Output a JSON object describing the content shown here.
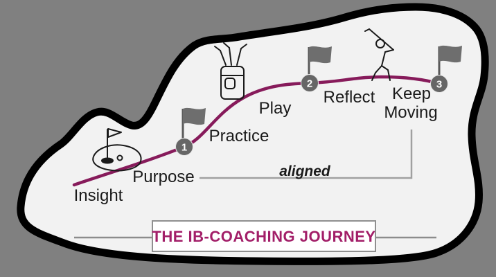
{
  "background_color": "#808080",
  "canvas": {
    "shape": "organic-island-blob",
    "fill": "#f2f2f2",
    "outline_color": "#000000"
  },
  "journey": {
    "path_color": "#871b5b",
    "marker_color": "#666666",
    "flag_color": "#6e6e6e",
    "pole_color": "#595959",
    "stages": {
      "insight": "Insight",
      "purpose": "Purpose",
      "practice": "Practice",
      "play": "Play",
      "reflect": "Reflect",
      "keep": "Keep",
      "moving": "Moving"
    },
    "markers": {
      "one": "1",
      "two": "2",
      "three": "3"
    }
  },
  "annotation": {
    "text": "aligned",
    "bracket_color": "#a0a0a0"
  },
  "title": {
    "text": "THE IB-COACHING JOURNEY",
    "text_color": "#a21e68",
    "box_fill": "#ffffff",
    "box_border_color": "#8f8f8f",
    "connector_color": "#8c8c8c"
  },
  "icons": {
    "start": "golf-hole-flag-icon",
    "practice": "golf-bag-icon",
    "reflect": "golf-swing-icon",
    "checkpoints": "flag-icon"
  }
}
